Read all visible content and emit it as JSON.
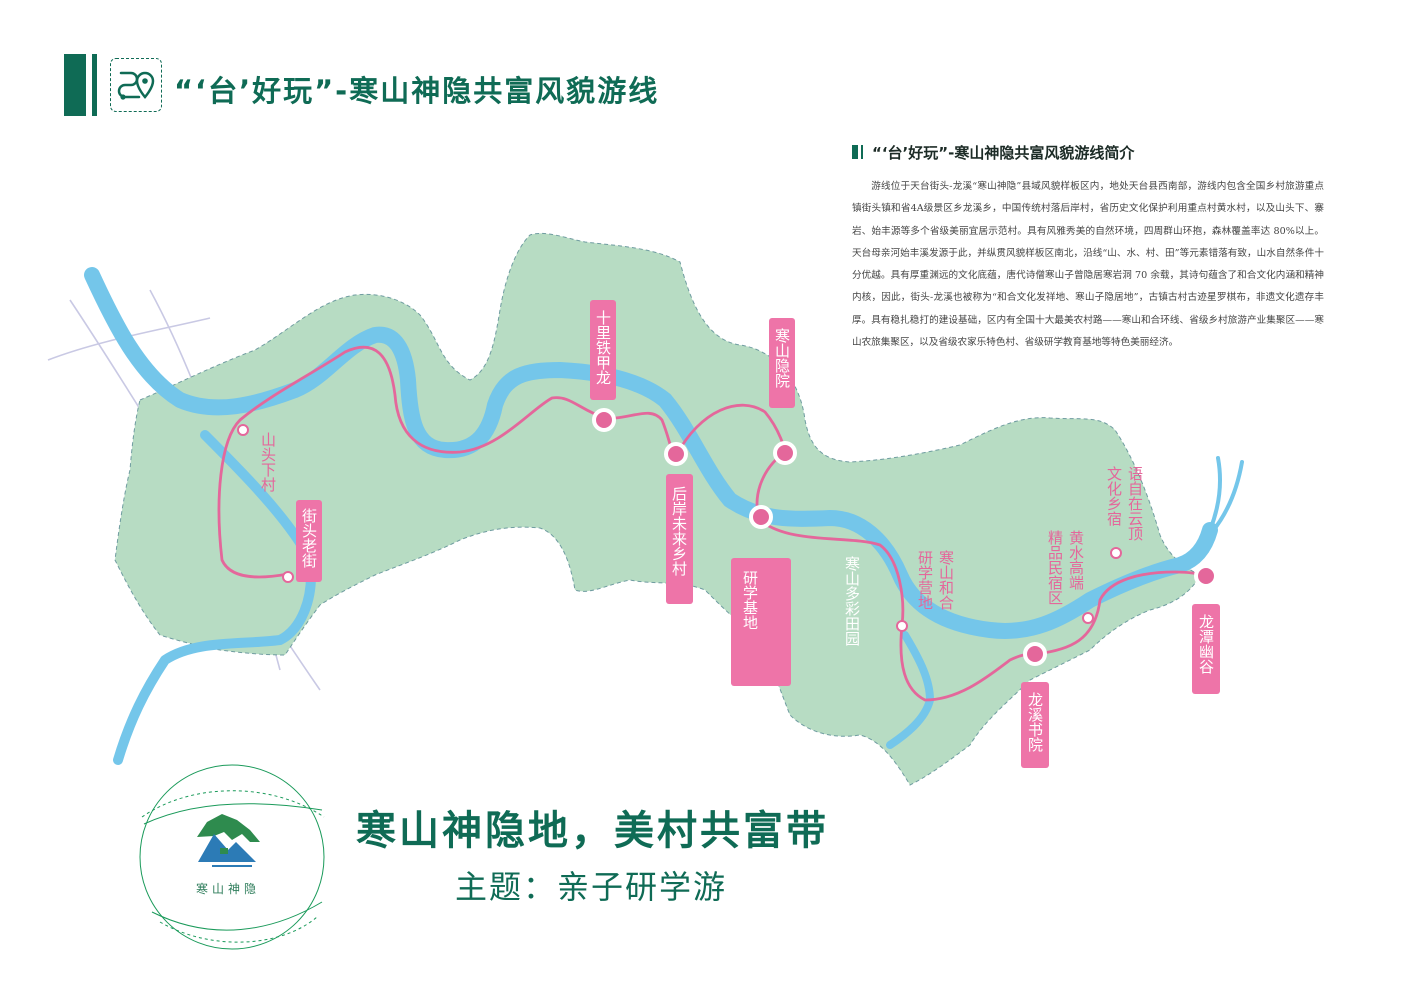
{
  "header": {
    "title": "“‘台’好玩”-寒山神隐共富风貌游线",
    "icon": "route-pin-icon"
  },
  "intro": {
    "title": "“‘台’好玩”-寒山神隐共富风貌游线简介",
    "body": "游线位于天台街头-龙溪“寒山神隐”县域风貌样板区内，地处天台县西南部，游线内包含全国乡村旅游重点镇街头镇和省4A级景区乡龙溪乡，中国传统村落后岸村，省历史文化保护利用重点村黄水村，以及山头下、寨岩、始丰源等多个省级美丽宜居示范村。具有风雅秀美的自然环境，四周群山环抱，森林覆盖率达 80%以上。天台母亲河始丰溪发源于此，并纵贯风貌样板区南北，沿线“山、水、村、田”等元素错落有致，山水自然条件十分优越。具有厚重渊远的文化底蕴，唐代诗僧寒山子曾隐居寒岩洞 70 余载，其诗句蕴含了和合文化内涵和精神内核，因此，街头-龙溪也被称为“和合文化发祥地、寒山子隐居地”，古镇古村古迹星罗棋布，非遗文化遗存丰厚。具有稳扎稳打的建设基础，区内有全国十大最美农村路——寒山和合环线、省级乡村旅游产业集聚区——寒山农旅集聚区，以及省级农家乐特色村、省级研学教育基地等特色美丽经济。"
  },
  "map": {
    "colors": {
      "land": "#b7dcc3",
      "river": "#74c6ea",
      "route": "#e4679b",
      "label_bg": "#ee74a8",
      "road": "#c9c9e4"
    },
    "stops": [
      {
        "label": "十里铁甲龙",
        "type": "major"
      },
      {
        "label": "寒山隐院",
        "type": "major"
      },
      {
        "label": "后岸未来乡村",
        "type": "major"
      },
      {
        "label": "寒山多彩田园研学基地",
        "type": "major"
      },
      {
        "label": "街头老街",
        "type": "major"
      },
      {
        "label": "龙溪书院",
        "type": "major"
      },
      {
        "label": "龙潭幽谷",
        "type": "major"
      },
      {
        "label": "山头下村",
        "type": "minor"
      },
      {
        "label": "寒山和合研学营地",
        "type": "minor"
      },
      {
        "label": "黄水高端精品民宿区",
        "type": "minor"
      },
      {
        "label": "语自在云顶文化乡宿",
        "type": "minor"
      }
    ]
  },
  "slogan": "寒山神隐地，美村共富带",
  "theme": "主题：亲子研学游",
  "logo": {
    "text": "寒山神隐"
  }
}
